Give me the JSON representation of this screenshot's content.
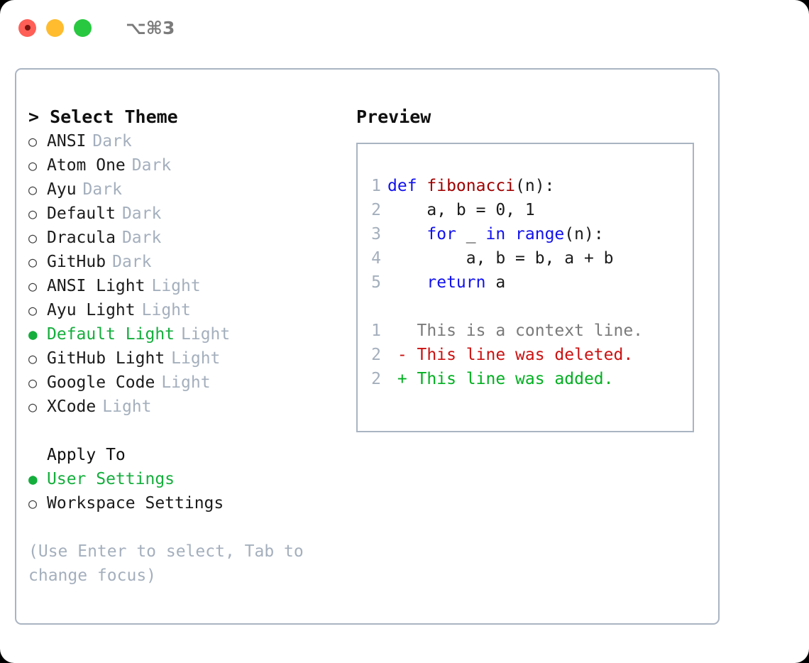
{
  "titlebar": {
    "shortcut": "⌥⌘3",
    "buttons": [
      {
        "name": "close",
        "color": "#ff5f57"
      },
      {
        "name": "minimize",
        "color": "#febc2e"
      },
      {
        "name": "zoom",
        "color": "#28c840"
      }
    ]
  },
  "theme_picker": {
    "header": "> Select Theme",
    "marker_selected": "●",
    "marker_unselected": "○",
    "items": [
      {
        "label": "ANSI",
        "variant": "Dark",
        "selected": false
      },
      {
        "label": "Atom One",
        "variant": "Dark",
        "selected": false
      },
      {
        "label": "Ayu",
        "variant": "Dark",
        "selected": false
      },
      {
        "label": "Default",
        "variant": "Dark",
        "selected": false
      },
      {
        "label": "Dracula",
        "variant": "Dark",
        "selected": false
      },
      {
        "label": "GitHub",
        "variant": "Dark",
        "selected": false
      },
      {
        "label": "ANSI Light",
        "variant": "Light",
        "selected": false
      },
      {
        "label": "Ayu Light",
        "variant": "Light",
        "selected": false
      },
      {
        "label": "Default Light",
        "variant": "Light",
        "selected": true
      },
      {
        "label": "GitHub Light",
        "variant": "Light",
        "selected": false
      },
      {
        "label": "Google Code",
        "variant": "Light",
        "selected": false
      },
      {
        "label": "XCode",
        "variant": "Light",
        "selected": false
      }
    ]
  },
  "apply_to": {
    "title": "Apply To",
    "items": [
      {
        "label": "User Settings",
        "selected": true
      },
      {
        "label": "Workspace Settings",
        "selected": false
      }
    ]
  },
  "hint": "(Use Enter to select, Tab to change focus)",
  "preview": {
    "header": "Preview",
    "code_lines": [
      {
        "no": "1",
        "tokens": [
          {
            "t": "def ",
            "c": "kw"
          },
          {
            "t": "fibonacci",
            "c": "fn"
          },
          {
            "t": "(n):",
            "c": "pl"
          }
        ]
      },
      {
        "no": "2",
        "tokens": [
          {
            "t": "    a, b = 0, 1",
            "c": "pl"
          }
        ]
      },
      {
        "no": "3",
        "tokens": [
          {
            "t": "    ",
            "c": "pl"
          },
          {
            "t": "for",
            "c": "kw"
          },
          {
            "t": " _ ",
            "c": "pl"
          },
          {
            "t": "in",
            "c": "kw"
          },
          {
            "t": " ",
            "c": "pl"
          },
          {
            "t": "range",
            "c": "kw"
          },
          {
            "t": "(n):",
            "c": "pl"
          }
        ]
      },
      {
        "no": "4",
        "tokens": [
          {
            "t": "        a, b = b, a + b",
            "c": "pl"
          }
        ]
      },
      {
        "no": "5",
        "tokens": [
          {
            "t": "    ",
            "c": "pl"
          },
          {
            "t": "return",
            "c": "kw"
          },
          {
            "t": " a",
            "c": "pl"
          }
        ]
      }
    ],
    "diff_lines": [
      {
        "no": "1",
        "tokens": [
          {
            "t": "   This is a context line.",
            "c": "ctx"
          }
        ]
      },
      {
        "no": "2",
        "tokens": [
          {
            "t": " - This line was deleted.",
            "c": "del"
          }
        ]
      },
      {
        "no": "2",
        "tokens": [
          {
            "t": " + This line was added.",
            "c": "add"
          }
        ]
      }
    ]
  },
  "colors": {
    "accent_green": "#14ae3c",
    "muted": "#a4afbd",
    "border": "#aab4c2",
    "keyword": "#1111ee",
    "function": "#a00000",
    "deleted": "#cc1111",
    "added": "#00b020",
    "context": "#7a7a7a"
  }
}
